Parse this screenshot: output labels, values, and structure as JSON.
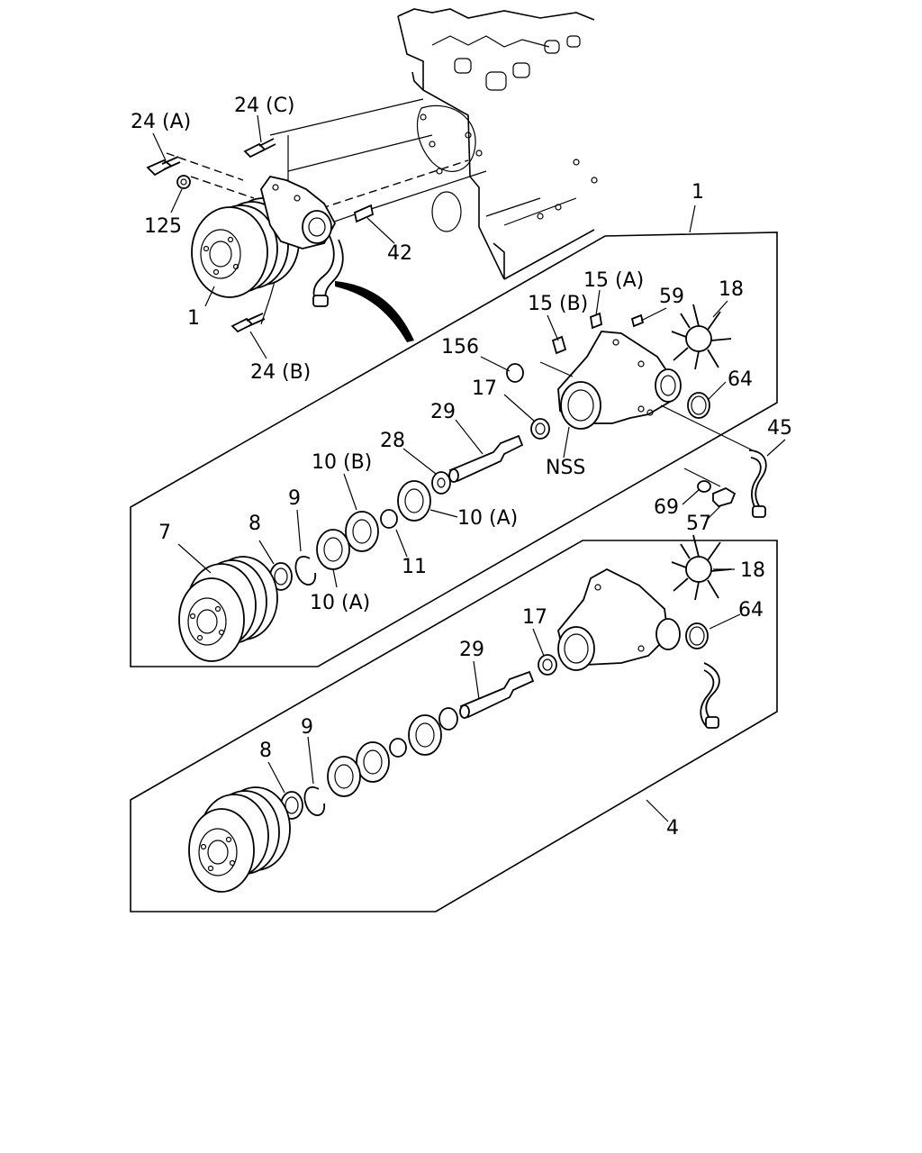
{
  "labels": {
    "l_24a": "24 (A)",
    "l_24c": "24 (C)",
    "l_125": "125",
    "l_42": "42",
    "l_1_top": "1",
    "l_24b": "24 (B)",
    "l_1_kit": "1",
    "l_15a": "15 (A)",
    "l_15b": "15 (B)",
    "l_59": "59",
    "l_18_top": "18",
    "l_156": "156",
    "l_64_top": "64",
    "l_17_top": "17",
    "l_29_top": "29",
    "l_28": "28",
    "l_nss": "NSS",
    "l_45": "45",
    "l_10b": "10 (B)",
    "l_9_top": "9",
    "l_10a_right": "10 (A)",
    "l_69": "69",
    "l_57": "57",
    "l_7": "7",
    "l_8_top": "8",
    "l_11": "11",
    "l_10a_left": "10 (A)",
    "l_18_bot": "18",
    "l_64_bot": "64",
    "l_17_bot": "17",
    "l_29_bot": "29",
    "l_9_bot": "9",
    "l_8_bot": "8",
    "l_4": "4"
  }
}
